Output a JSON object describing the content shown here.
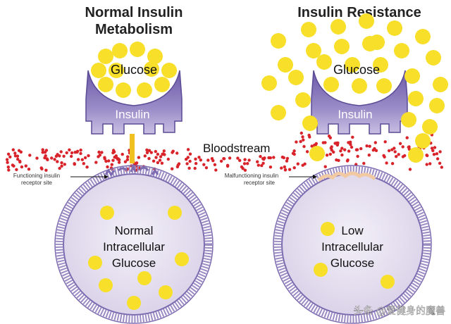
{
  "left": {
    "title_line1": "Normal Insulin",
    "title_line2": "Metabolism",
    "glucose_label": "Glucose",
    "insulin_label": "Insulin",
    "receptor_label_line1": "Functioning insulin",
    "receptor_label_line2": "receptor site",
    "cell_line1": "Normal",
    "cell_line2": "Intracellular",
    "cell_line3": "Glucose"
  },
  "right": {
    "title": "Insulin Resistance",
    "glucose_label": "Glucose",
    "insulin_label": "Insulin",
    "receptor_label_line1": "Malfunctioning insulin",
    "receptor_label_line2": "receptor site",
    "cell_line1": "Low",
    "cell_line2": "Intracellular",
    "cell_line3": "Glucose"
  },
  "bloodstream_label": "Bloodstream",
  "watermark": "头条 @爱健身的魔兽",
  "colors": {
    "glucose": "#f7df2a",
    "insulin_body": "#8a7bbd",
    "blood": "#d9232b",
    "cell_fill": "#e9e4f1",
    "membrane": "#8c7ab8",
    "signal": "#f0c020",
    "bad_receptor": "#f1c9a3"
  }
}
